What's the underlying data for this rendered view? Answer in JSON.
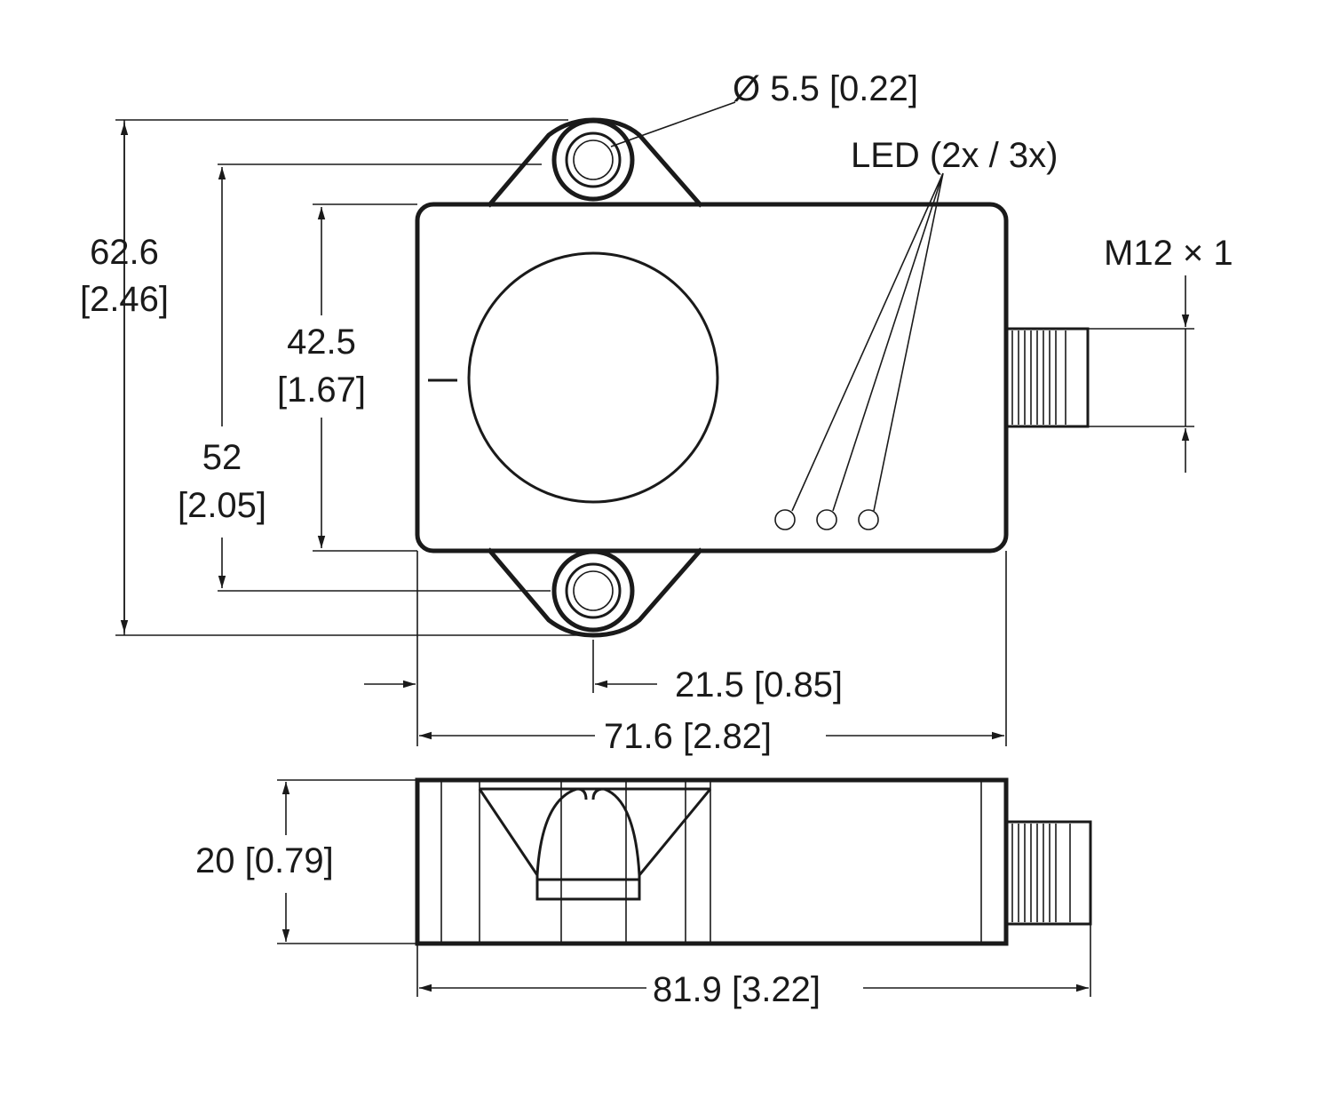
{
  "title": "Sensor dimension drawing",
  "labels": {
    "hole": "Ø 5.5 [0.22]",
    "led": "LED (2x / 3x)",
    "connector": "M12 × 1",
    "height_overall_mm": "62.6",
    "height_overall_in": "[2.46]",
    "hole_spacing_mm": "52",
    "hole_spacing_in": "[2.05]",
    "body_height_mm": "42.5",
    "body_height_in": "[1.67]",
    "hole_offset": "21.5 [0.85]",
    "body_width": "71.6 [2.82]",
    "depth": "20 [0.79]",
    "overall_length": "81.9 [3.22]"
  }
}
